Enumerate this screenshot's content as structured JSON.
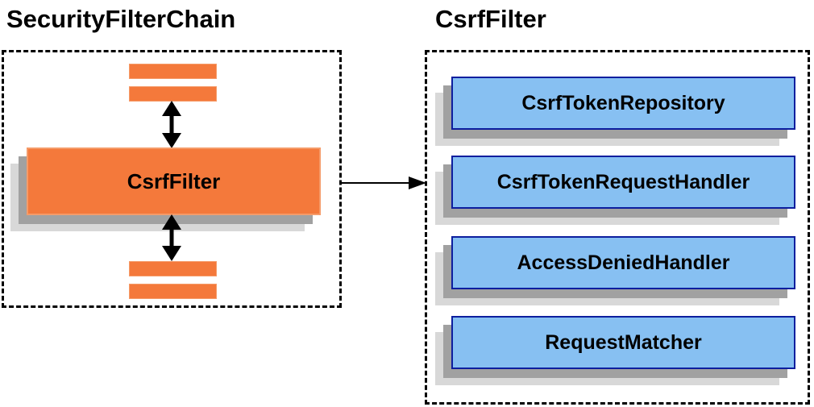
{
  "diagram": {
    "left": {
      "title": "SecurityFilterChain",
      "filter_box_label": "CsrfFilter"
    },
    "right": {
      "title": "CsrfFilter",
      "components": [
        "CsrfTokenRepository",
        "CsrfTokenRequestHandler",
        "AccessDeniedHandler",
        "RequestMatcher"
      ]
    },
    "colors": {
      "orange_fill": "#F4793B",
      "orange_border": "#F59B69",
      "blue_fill": "#87C0F2",
      "blue_border": "#0D1E9E",
      "shadow_dark": "#A1A1A1",
      "shadow_light": "#D8D8D8",
      "line": "#000000"
    }
  }
}
